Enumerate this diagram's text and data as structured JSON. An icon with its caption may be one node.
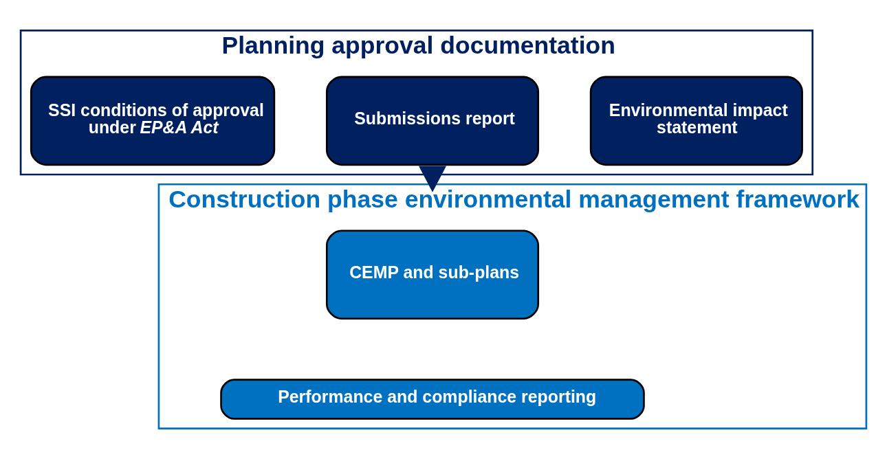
{
  "diagram": {
    "nodes": [
      {
        "text": [
          "Planning approval documentation"
        ]
      },
      {
        "text": [
          "Environmental impact statement"
        ],
        "in": 0
      },
      {
        "text": [
          "Submissions report"
        ],
        "in": 0
      },
      {
        "text": [
          "SSI conditions of approval under *EP&A Act*"
        ],
        "in": 0
      },
      {
        "text": [
          "Construction phase environmental management framework"
        ]
      },
      {
        "text": [
          "CEMP and sub-plans"
        ],
        "in": 4
      },
      {
        "text": [
          "Performance and compliance reporting"
        ],
        "in": 4
      }
    ],
    "edges": [
      {
        "from": 0,
        "to": 4,
        "arrow": "to"
      }
    ]
  }
}
